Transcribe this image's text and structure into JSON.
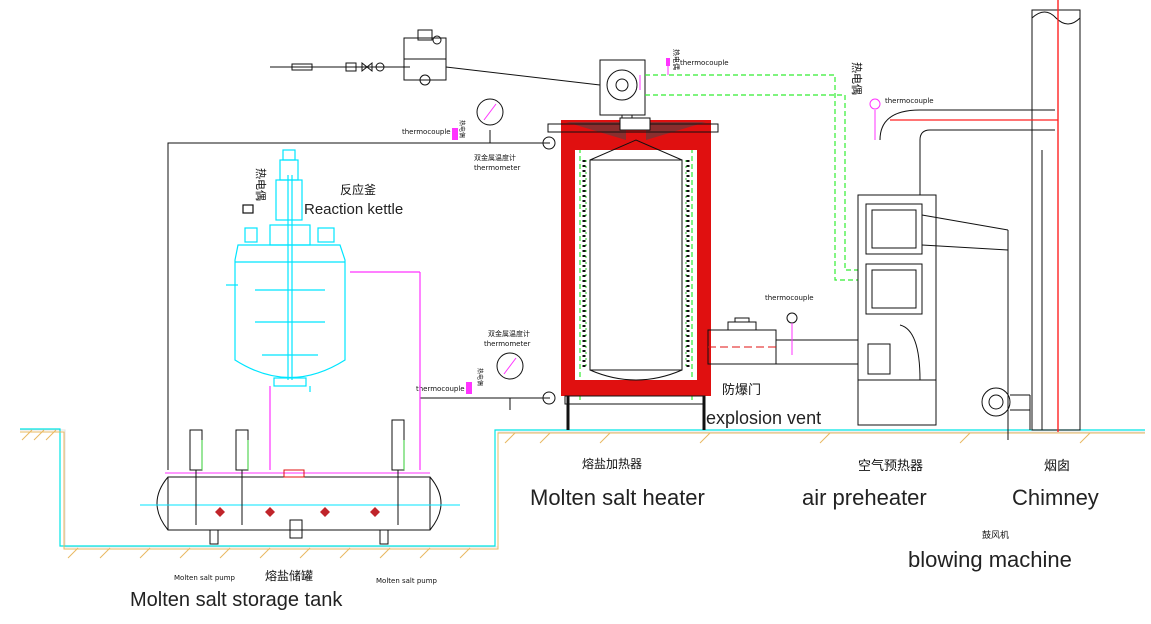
{
  "labels": {
    "reaction_kettle_cn": "反应釜",
    "reaction_kettle_en": "Reaction kettle",
    "heater_cn": "熔盐加热器",
    "heater_en": "Molten salt heater",
    "air_preheater_cn": "空气预热器",
    "air_preheater_en": "air preheater",
    "chimney_cn": "烟囱",
    "chimney_en": "Chimney",
    "blower_cn": "鼓风机",
    "blower_en": "blowing machine",
    "storage_tank_cn": "熔盐储罐",
    "storage_tank_en": "Molten salt storage tank",
    "pump_left": "Molten salt pump",
    "pump_right": "Molten salt pump",
    "explosion_vent_cn": "防爆门",
    "explosion_vent_en": "explosion vent",
    "thermocouple": "thermocouple",
    "thermocouple_cn": "热电偶",
    "thermometer_cn": "双金属温度计",
    "thermometer_en": "thermometer"
  },
  "colors": {
    "line": "#111111",
    "heater_red": "#e01010",
    "kettle_cyan": "#00e5ff",
    "loop_magenta": "#ff33ff",
    "air_green": "#33ee33",
    "ground_cyan": "#00e5e5",
    "ground_hatch": "#e8b860",
    "chimney_red": "#ff2222"
  }
}
